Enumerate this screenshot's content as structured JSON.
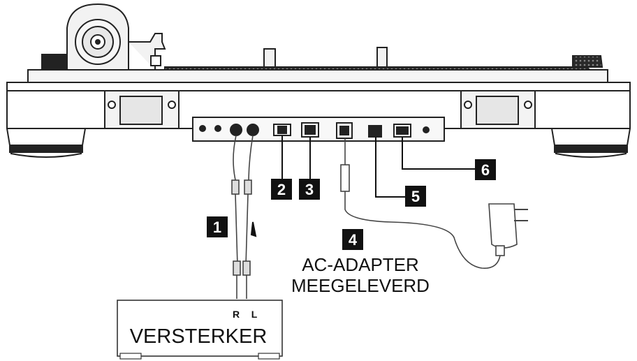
{
  "diagram": {
    "callouts": [
      {
        "id": "1",
        "label": "1"
      },
      {
        "id": "2",
        "label": "2"
      },
      {
        "id": "3",
        "label": "3"
      },
      {
        "id": "4",
        "label": "4"
      },
      {
        "id": "5",
        "label": "5"
      },
      {
        "id": "6",
        "label": "6"
      }
    ],
    "adapter_caption_line1": "AC-ADAPTER",
    "adapter_caption_line2": "MEEGELEVERD",
    "amplifier": {
      "label": "VERSTERKER",
      "channel_r": "R",
      "channel_l": "L"
    }
  }
}
